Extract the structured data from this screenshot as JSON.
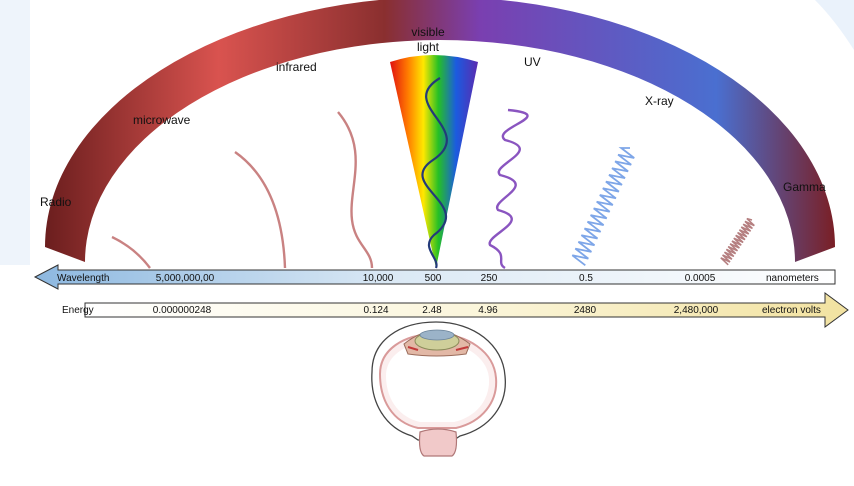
{
  "bands": {
    "radio": "Radio",
    "microwave": "microwave",
    "infrared": "infrared",
    "visible_line1": "visible",
    "visible_line2": "light",
    "uv": "UV",
    "xray": "X-ray",
    "gamma": "Gamma"
  },
  "wavelength_scale": {
    "label": "Wavelength",
    "unit": "nanometers",
    "values": [
      "5,000,000,00",
      "10,000",
      "500",
      "250",
      "0.5",
      "0.0005"
    ]
  },
  "energy_scale": {
    "label": "Energy",
    "unit": "electron volts",
    "values": [
      "0.000000248",
      "0.124",
      "2.48",
      "4.96",
      "2480",
      "2,480,000"
    ]
  },
  "colors": {
    "radio": "#6b1e1e",
    "microwave": "#d9534f",
    "infrared": "#8a2f2f",
    "uv": "#7a3fb0",
    "xray": "#4a6fd0",
    "gamma": "#7a1f25",
    "wavelength_arrow": "#a9cbe8",
    "energy_arrow": "#f2e7b8"
  },
  "icons": [
    "eye-cross-section-icon"
  ]
}
